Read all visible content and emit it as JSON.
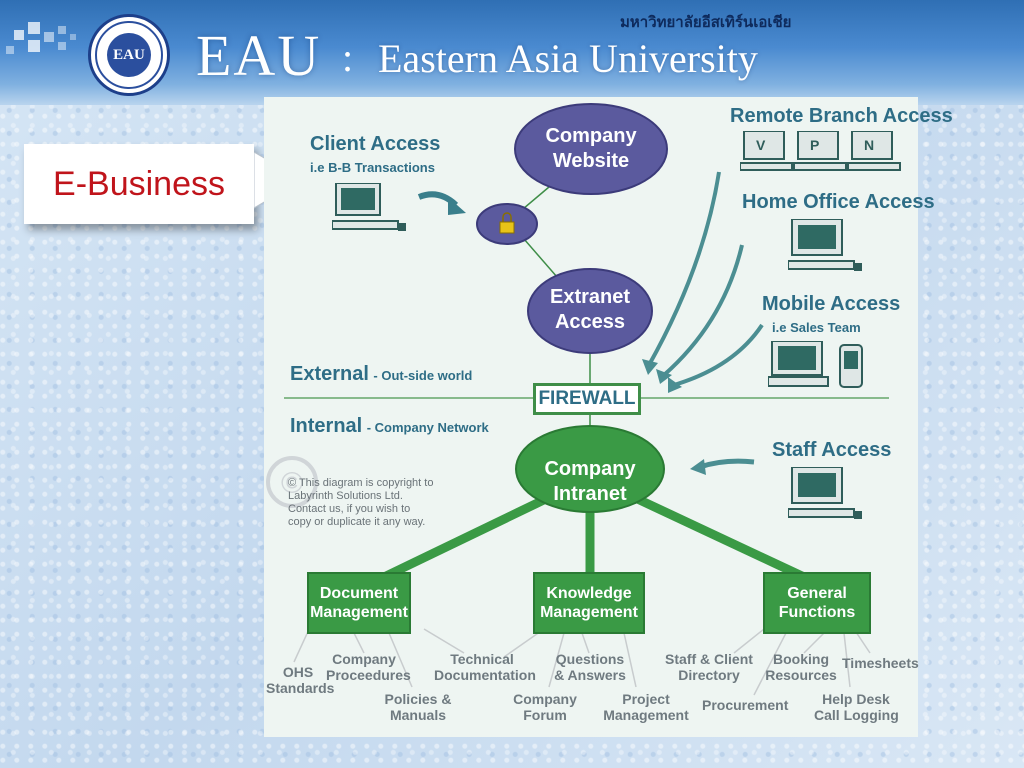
{
  "header": {
    "brand": "EAU",
    "colon": ":",
    "full_name": "Eastern Asia University",
    "thai_name": "มหาวิทยาลัยอีสเทิร์นเอเชีย",
    "logo_text": "EAU"
  },
  "callout": {
    "label": "E-Business"
  },
  "diagram": {
    "client_access": {
      "title": "Client Access",
      "subtitle": "i.e B-B Transactions"
    },
    "company_website": {
      "line1": "Company",
      "line2": "Website"
    },
    "extranet_access": {
      "line1": "Extranet",
      "line2": "Access"
    },
    "remote_branch": {
      "title": "Remote Branch Access",
      "vpn": [
        "V",
        "P",
        "N"
      ]
    },
    "home_office": {
      "title": "Home Office Access"
    },
    "mobile_access": {
      "title": "Mobile Access",
      "subtitle": "i.e Sales Team"
    },
    "external": {
      "title": "External",
      "subtitle": "- Out-side world"
    },
    "internal": {
      "title": "Internal",
      "subtitle": "- Company Network"
    },
    "firewall": "FIREWALL",
    "staff_access": {
      "title": "Staff Access"
    },
    "company_intranet": {
      "line1": "Company",
      "line2": "Intranet"
    },
    "copyright": {
      "symbol": "©",
      "lines": [
        "© This diagram is copyright to",
        "Labyrinth Solutions Ltd.",
        "Contact us, if you wish to",
        "copy or duplicate it any way."
      ]
    },
    "boxes": {
      "document": {
        "line1": "Document",
        "line2": "Management"
      },
      "knowledge": {
        "line1": "Knowledge",
        "line2": "Management"
      },
      "general": {
        "line1": "General",
        "line2": "Functions"
      }
    },
    "leaves": {
      "ohs": [
        "OHS",
        "Standards"
      ],
      "company_procedures": [
        "Company",
        "Proceedures"
      ],
      "policies": [
        "Policies &",
        "Manuals"
      ],
      "technical": [
        "Technical",
        "Documentation"
      ],
      "questions": [
        "Questions",
        "& Answers"
      ],
      "forum": [
        "Company",
        "Forum"
      ],
      "project": [
        "Project",
        "Management"
      ],
      "staff_client": [
        "Staff & Client",
        "Directory"
      ],
      "booking": [
        "Booking",
        "Resources"
      ],
      "timesheets": [
        "Timesheets"
      ],
      "procurement": [
        "Procurement"
      ],
      "helpdesk": [
        "Help Desk",
        "Call Logging"
      ]
    }
  },
  "colors": {
    "oval_purple": "#5b5a9e",
    "intranet_green": "#3a9a45",
    "teal_text": "#2e6d86",
    "callout_red": "#c0141b"
  }
}
